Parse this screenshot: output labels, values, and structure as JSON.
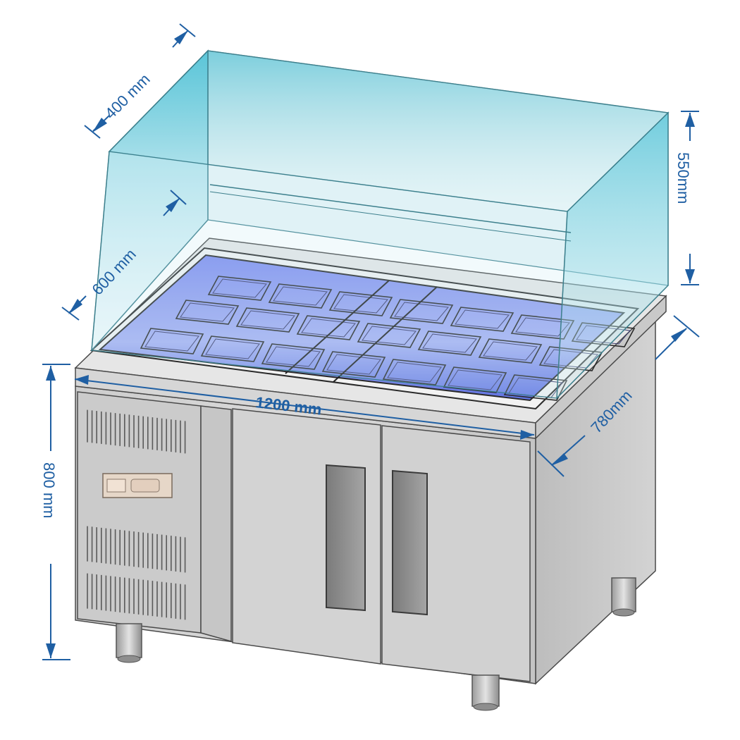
{
  "dimensions": {
    "hood_depth": "400 mm",
    "hood_height": "550mm",
    "top_depth": "600 mm",
    "width": "1200 mm",
    "cabinet_depth": "780mm",
    "height": "800 mm"
  },
  "colors": {
    "dimension": "#1f5fa3",
    "glass": "#5cc4d6",
    "pan_glow": "#6b7fe8",
    "steel": "#cfcfcf"
  }
}
